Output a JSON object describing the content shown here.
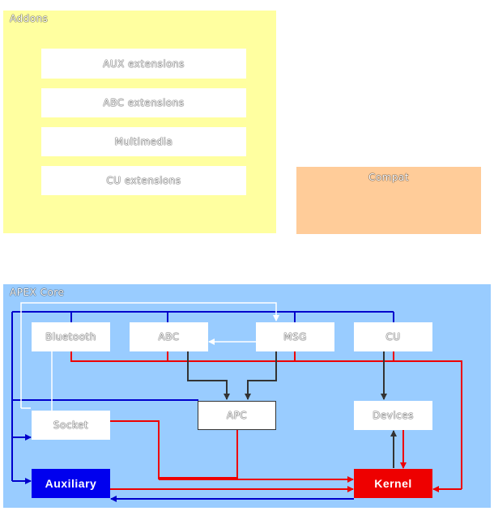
{
  "colors": {
    "addons_bg": "#ffffa0",
    "compat_bg": "#ffcc99",
    "core_bg": "#99ccff",
    "auxiliary": "#0000ee",
    "kernel": "#ee0000",
    "blue_line": "#0000cc",
    "red_line": "#ee0000",
    "dark_line": "#333333",
    "white_line": "#ffffff"
  },
  "addons": {
    "label": "Addons",
    "items": [
      "AUX extensions",
      "ABC extensions",
      "Multimedia",
      "CU extensions"
    ]
  },
  "compat": {
    "label": "Compat"
  },
  "core": {
    "label": "APEX Core",
    "nodes": {
      "bluetooth": "Bluetooth",
      "abc": "ABC",
      "msg": "MSG",
      "cu": "CU",
      "apc": "APC",
      "devices": "Devices",
      "socket": "Socket",
      "auxiliary": "Auxiliary",
      "kernel": "Kernel"
    }
  }
}
